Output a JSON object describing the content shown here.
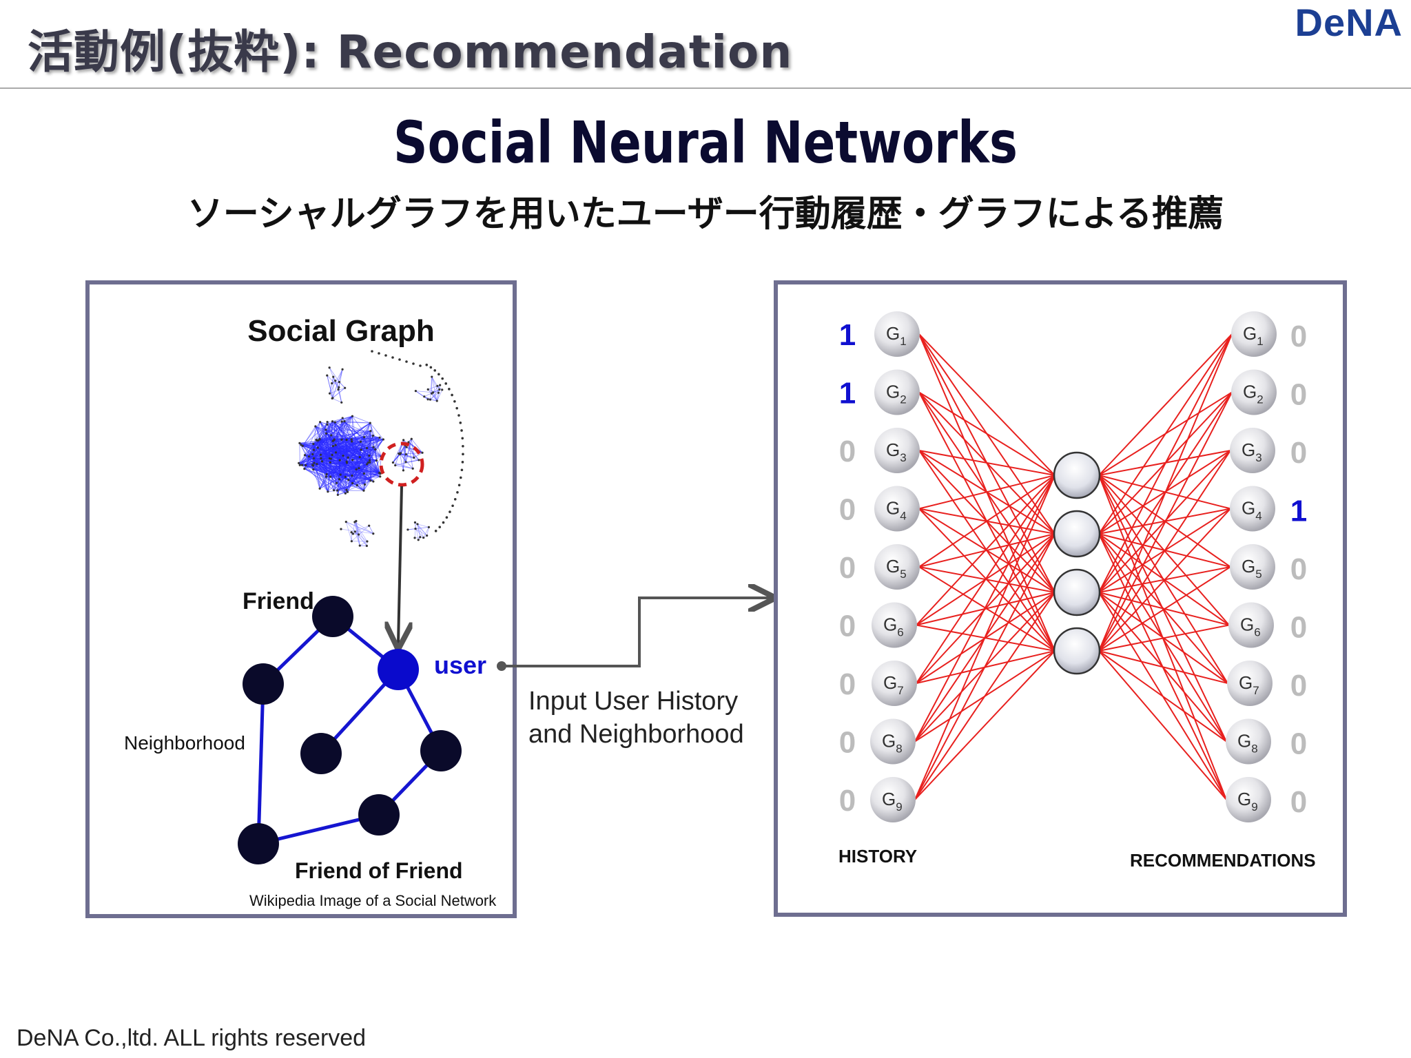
{
  "header": {
    "title": "活動例(抜粋): Recommendation",
    "logo_part1": "De",
    "logo_part2": "NA",
    "logo_colors": {
      "primary": "#1c3f93",
      "accent": "#f0a020"
    }
  },
  "main": {
    "title": "Social Neural Networks",
    "subtitle": "ソーシャルグラフを用いたユーザー行動履歴・グラフによる推薦"
  },
  "social_graph": {
    "title": "Social Graph",
    "friend_label": "Friend",
    "user_label": "user",
    "neighborhood_label": "Neighborhood",
    "fof_label": "Friend of Friend",
    "caption": "Wikipedia Image of a Social Network"
  },
  "connector": {
    "line1": "Input User History",
    "line2": "and Neighborhood"
  },
  "network": {
    "history_label": "HISTORY",
    "recommend_label": "RECOMMENDATIONS",
    "node_prefix": "G",
    "input_nodes": [
      "1",
      "2",
      "3",
      "4",
      "5",
      "6",
      "7",
      "8",
      "9"
    ],
    "output_nodes": [
      "1",
      "2",
      "3",
      "4",
      "5",
      "6",
      "7",
      "8",
      "9"
    ],
    "history_values": [
      "1",
      "1",
      "0",
      "0",
      "0",
      "0",
      "0",
      "0",
      "0"
    ],
    "recommend_values": [
      "0",
      "0",
      "0",
      "1",
      "0",
      "0",
      "0",
      "0",
      "0"
    ],
    "hidden_count": 4,
    "edge_color": "#e8201e",
    "active_color": "#1010d0",
    "inactive_color": "#bcbcbc"
  },
  "footer": {
    "copyright": "DeNA Co.,ltd. ALL rights reserved"
  }
}
